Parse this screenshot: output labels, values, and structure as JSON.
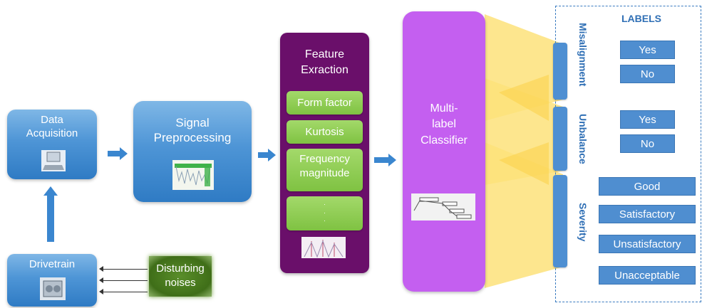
{
  "nodes": {
    "data_acquisition": "Data\nAcquisition",
    "signal_preprocessing": "Signal\nPreprocessing",
    "drivetrain": "Drivetrain",
    "disturbing_noises": "Disturbing\nnoises",
    "feature_extraction_title": "Feature\nExraction",
    "classifier": "Multi-\nlabel\nClassifier"
  },
  "features": [
    "Form factor",
    "Kurtosis",
    "Frequency\nmagnitude",
    ".\n.\n."
  ],
  "label_groups": {
    "header": "LABELS",
    "misalignment": {
      "name": "Misalignment",
      "options": [
        "Yes",
        "No"
      ]
    },
    "unbalance": {
      "name": "Unbalance",
      "options": [
        "Yes",
        "No"
      ]
    },
    "severity": {
      "name": "Severity",
      "options": [
        "Good",
        "Satisfactory",
        "Unsatisfactory",
        "Unacceptable"
      ]
    }
  },
  "colors": {
    "blue_box": "#4e95d6",
    "purple_panel": "#6a0f6a",
    "green_item": "#7fc242",
    "classifier": "#c45ff0",
    "beam": "#fde27a",
    "label_button": "#4f8ed0"
  },
  "icons": [
    "computer-icon",
    "signal-waveform-icon",
    "gearbox-icon",
    "feature-peaks-icon",
    "tree-diagram-icon"
  ]
}
